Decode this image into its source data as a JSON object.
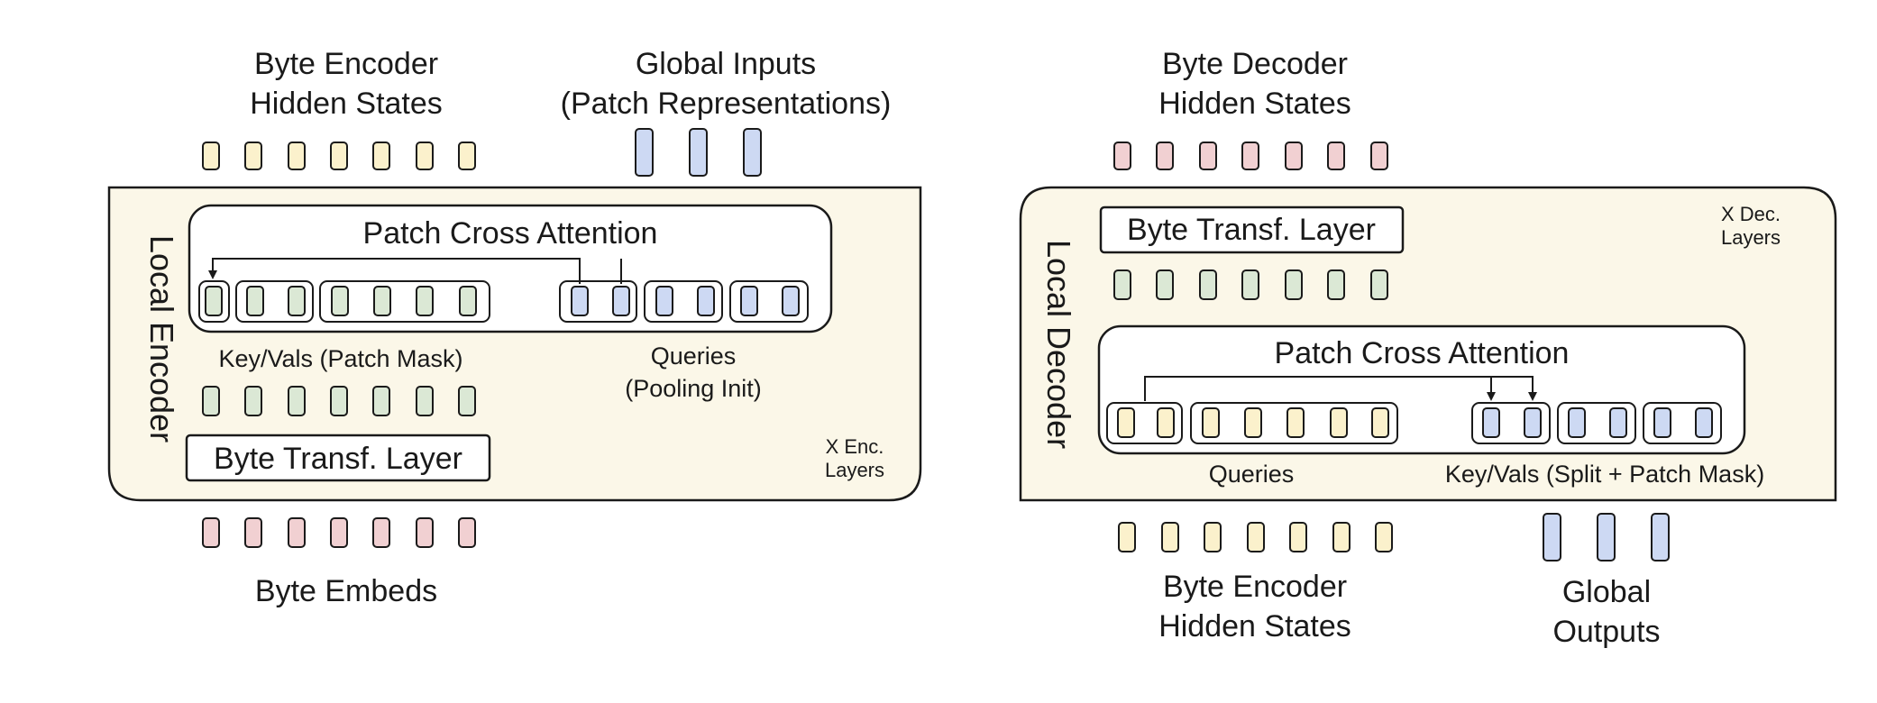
{
  "encoder": {
    "hidden_states_label_line1": "Byte Encoder",
    "hidden_states_label_line2": "Hidden States",
    "global_inputs_line1": "Global Inputs",
    "global_inputs_line2": "(Patch Representations)",
    "side_label": "Local Encoder",
    "cross_attention_title": "Patch Cross Attention",
    "keyvals_label": "Key/Vals (Patch Mask)",
    "queries_line1": "Queries",
    "queries_line2": "(Pooling Init)",
    "transformer_layer": "Byte Transf. Layer",
    "layers_note_line1": "X Enc.",
    "layers_note_line2": "Layers",
    "bottom_label": "Byte Embeds"
  },
  "decoder": {
    "hidden_states_label_line1": "Byte Decoder",
    "hidden_states_label_line2": "Hidden States",
    "side_label": "Local Decoder",
    "transformer_layer": "Byte Transf. Layer",
    "layers_note_line1": "X Dec.",
    "layers_note_line2": "Layers",
    "cross_attention_title": "Patch Cross Attention",
    "queries_label": "Queries",
    "keyvals_label": "Key/Vals (Split + Patch Mask)",
    "bottom_left_line1": "Byte Encoder",
    "bottom_left_line2": "Hidden States",
    "bottom_right_line1": "Global",
    "bottom_right_line2": "Outputs"
  },
  "colors": {
    "panel_fill": "#fbf7e8",
    "yellow_token": "#fbf1cc",
    "green_token": "#dbe8d5",
    "pink_token": "#f1d0d2",
    "blue_token": "#cdd9f3",
    "stroke": "#1a1a1a"
  }
}
